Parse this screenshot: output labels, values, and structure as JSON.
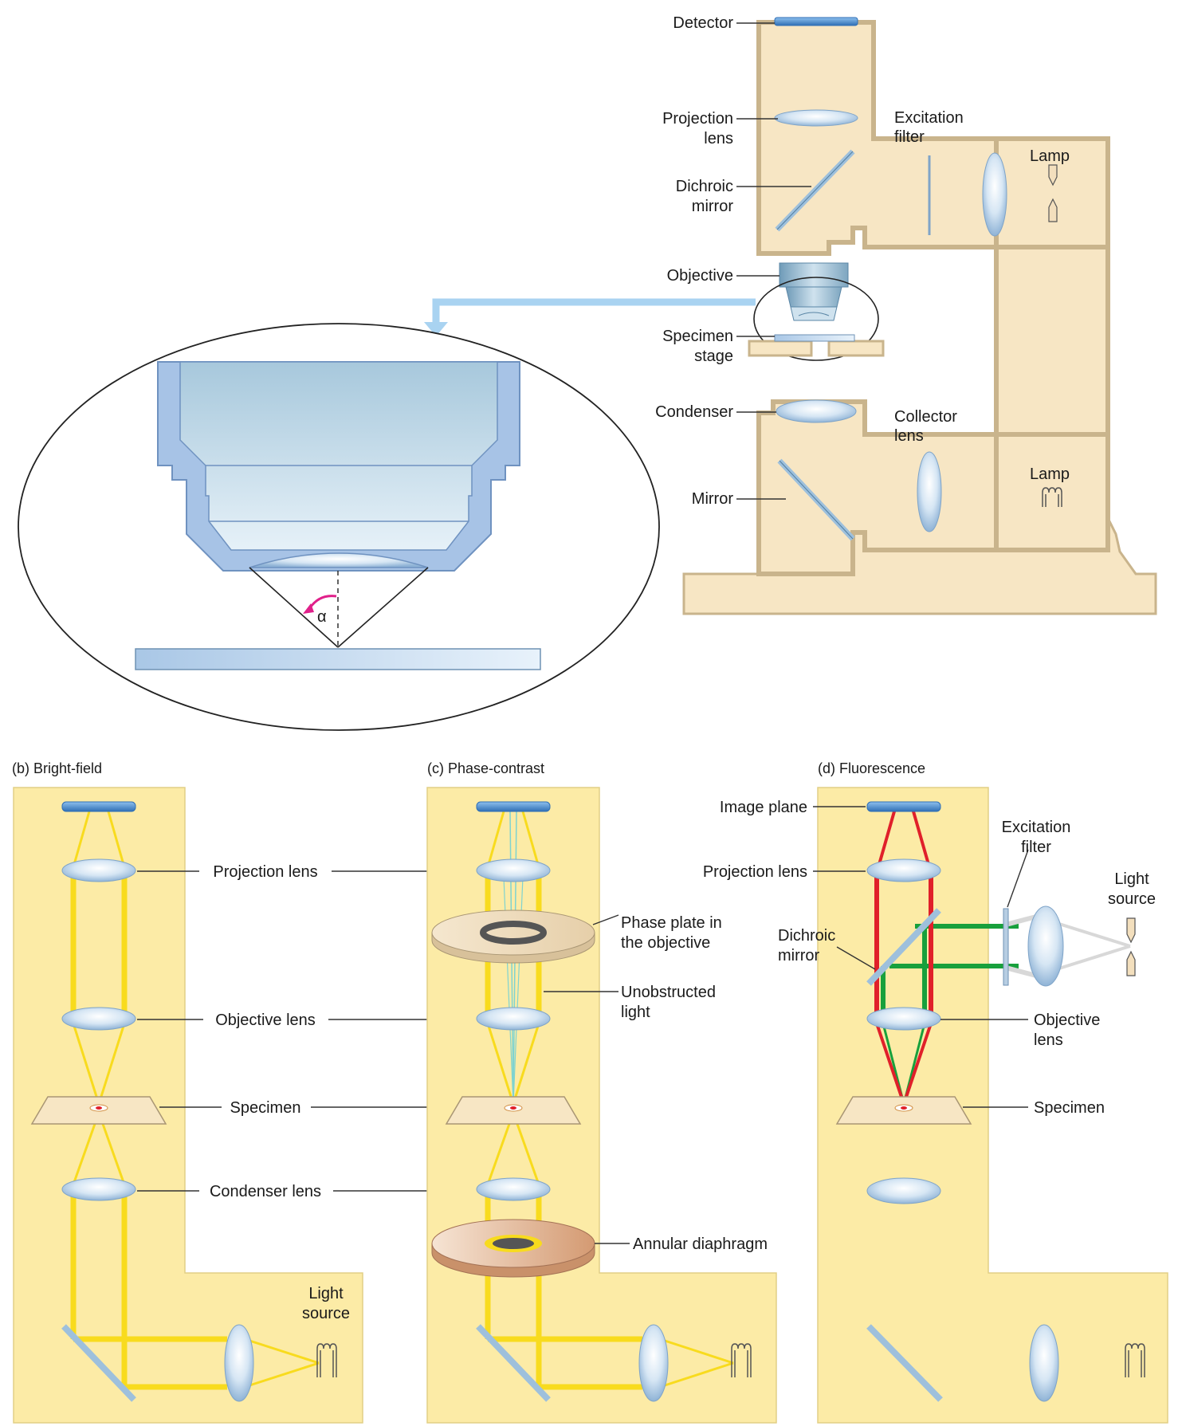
{
  "microscope": {
    "labels": {
      "detector": "Detector",
      "projection_lens": [
        "Projection",
        "lens"
      ],
      "excitation_filter": [
        "Excitation",
        "filter"
      ],
      "lamp_top": "Lamp",
      "dichroic_mirror": [
        "Dichroic",
        "mirror"
      ],
      "objective": "Objective",
      "specimen_stage": [
        "Specimen",
        "stage"
      ],
      "condenser": "Condenser",
      "collector_lens": [
        "Collector",
        "lens"
      ],
      "lamp_bottom": "Lamp",
      "mirror": "Mirror"
    },
    "alpha_symbol": "α"
  },
  "panels": {
    "bright_field": {
      "title": "(b) Bright-field",
      "projection_lens": "Projection lens",
      "objective_lens": "Objective lens",
      "specimen": "Specimen",
      "condenser_lens": "Condenser lens",
      "light_source": [
        "Light",
        "source"
      ]
    },
    "phase_contrast": {
      "title": "(c) Phase-contrast",
      "phase_plate": [
        "Phase plate in",
        "the objective"
      ],
      "unobstructed_light": [
        "Unobstructed",
        "light"
      ],
      "annular_diaphragm": "Annular diaphragm"
    },
    "fluorescence": {
      "title": "(d) Fluorescence",
      "image_plane": "Image plane",
      "projection_lens": "Projection lens",
      "excitation_filter": [
        "Excitation",
        "filter"
      ],
      "light_source": [
        "Light",
        "source"
      ],
      "dichroic_mirror": [
        "Dichroic",
        "mirror"
      ],
      "objective_lens": [
        "Objective",
        "lens"
      ],
      "specimen": "Specimen"
    }
  },
  "colors": {
    "body_fill": "#F7E6C4",
    "body_stroke": "#C9B48C",
    "panel_fill": "#FCEBA6",
    "light_yellow": "#F8DB1E",
    "excitation_green": "#18A03C",
    "emission_red": "#E0202A",
    "lens_blue": "#B9D3EA",
    "detector_blue": "#4F8FD0",
    "callout_arrow": "#A9D3F1",
    "alpha_arrow": "#E0208A"
  }
}
